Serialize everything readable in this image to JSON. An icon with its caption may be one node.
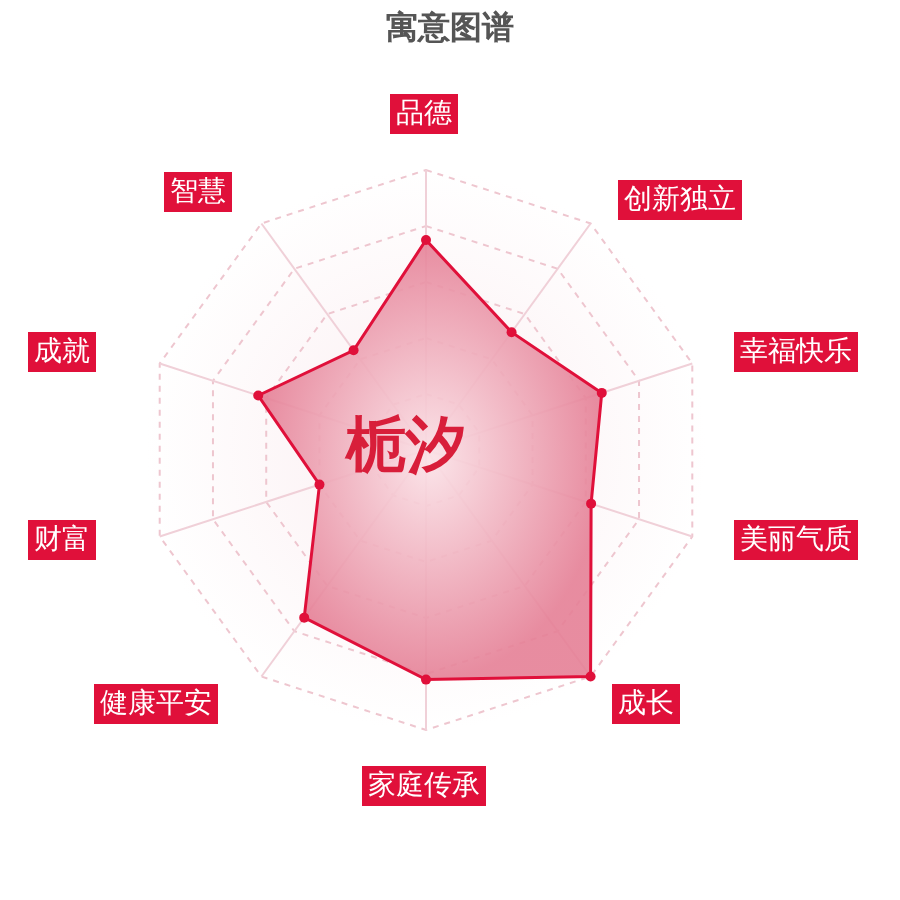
{
  "diagram": {
    "title": "寓意图谱",
    "labels": [
      "品德",
      "创新独立",
      "幸福快乐",
      "美丽气质",
      "成长",
      "家庭传承",
      "健康平安",
      "财富",
      "成就",
      "智慧",
      "栀汐"
    ]
  }
}
